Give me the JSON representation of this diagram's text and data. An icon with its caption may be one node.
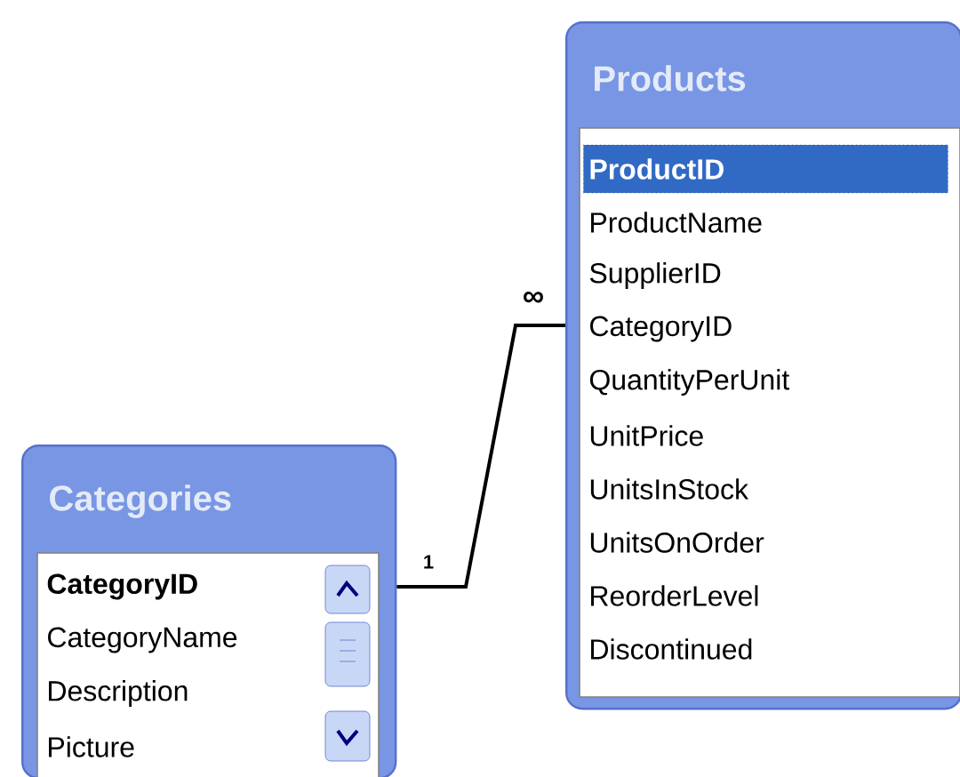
{
  "diagram": {
    "nodes": [
      {
        "text": [
          "Categories",
          "CategoryID",
          "CategoryName",
          "Description",
          "Picture"
        ]
      },
      {
        "text": [
          "Products",
          "ProductID",
          "ProductName",
          "SupplierID",
          "CategoryID",
          "QuantityPerUnit",
          "UnitPrice",
          "UnitsInStock",
          "UnitsOnOrder",
          "ReorderLevel",
          "Discontinued"
        ]
      }
    ],
    "edges": [
      {
        "from": 0,
        "to": 1,
        "arrow": "none"
      }
    ],
    "labels": [
      "1",
      "∞"
    ]
  }
}
